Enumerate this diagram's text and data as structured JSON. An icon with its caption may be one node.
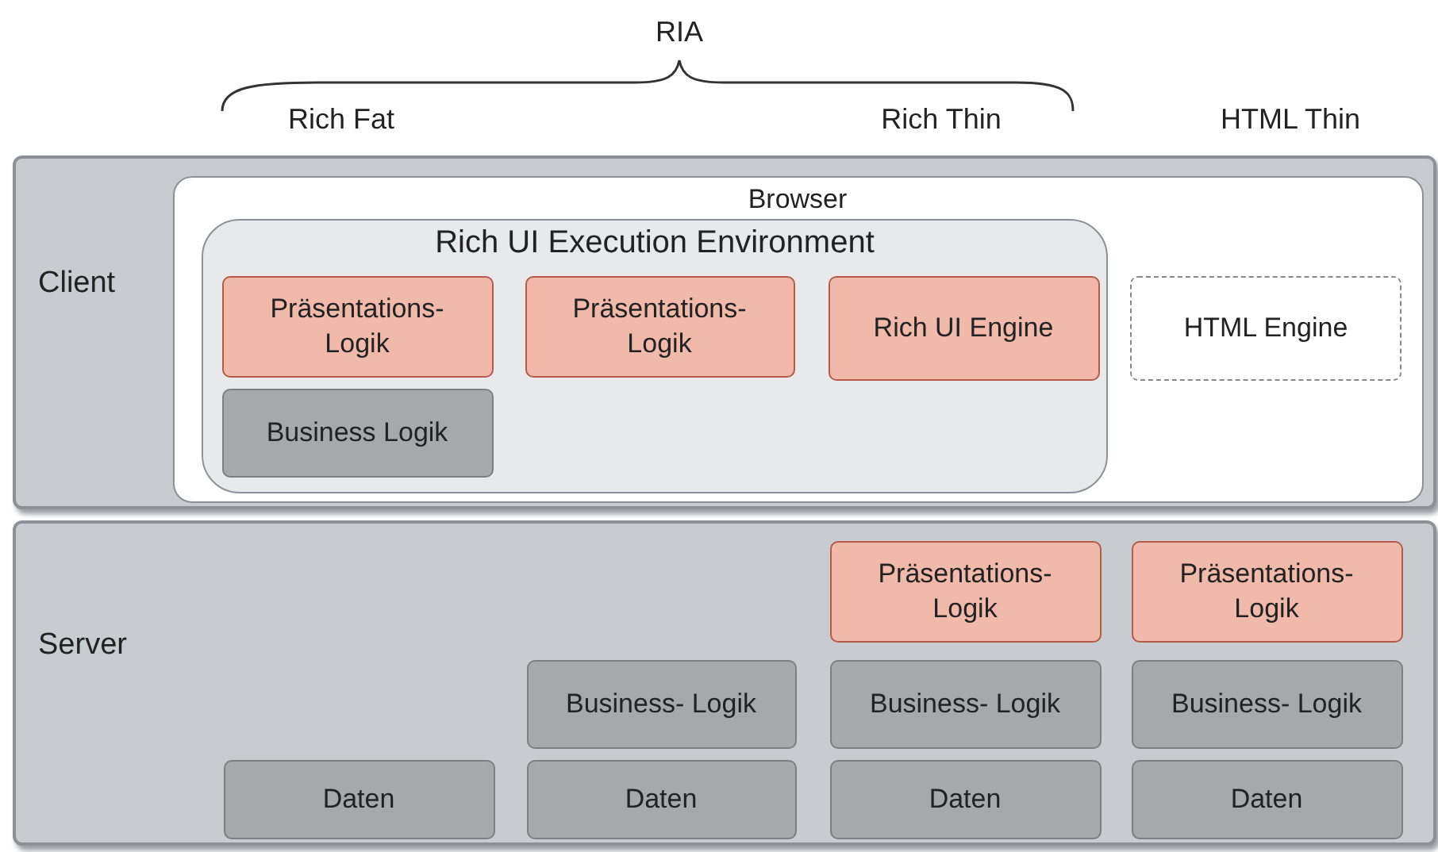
{
  "diagram": {
    "nodes": [
      {
        "text": [
          "Client"
        ]
      },
      {
        "text": [
          "Browser"
        ],
        "in": 0
      },
      {
        "text": [
          "Rich UI Execution Environment"
        ],
        "in": 1
      },
      {
        "text": [
          "Präsentations- Logik"
        ],
        "in": 2
      },
      {
        "text": [
          "Business Logik"
        ],
        "in": 2
      },
      {
        "text": [
          "Präsentations- Logik"
        ],
        "in": 2
      },
      {
        "text": [
          "Rich UI Engine"
        ],
        "in": 2
      },
      {
        "text": [
          "HTML Engine"
        ],
        "in": 1
      },
      {
        "text": [
          "Server"
        ]
      },
      {
        "text": [
          "Präsentations- Logik"
        ],
        "in": 8
      },
      {
        "text": [
          "Präsentations- Logik"
        ],
        "in": 8
      },
      {
        "text": [
          "Business- Logik"
        ],
        "in": 8
      },
      {
        "text": [
          "Business- Logik"
        ],
        "in": 8
      },
      {
        "text": [
          "Business- Logik"
        ],
        "in": 8
      },
      {
        "text": [
          "Daten"
        ],
        "in": 8
      },
      {
        "text": [
          "Daten"
        ],
        "in": 8
      },
      {
        "text": [
          "Daten"
        ],
        "in": 8
      },
      {
        "text": [
          "Daten"
        ],
        "in": 8
      }
    ],
    "labels": [
      "RIA",
      "Rich Fat",
      "Rich Thin",
      "HTML Thin"
    ]
  }
}
